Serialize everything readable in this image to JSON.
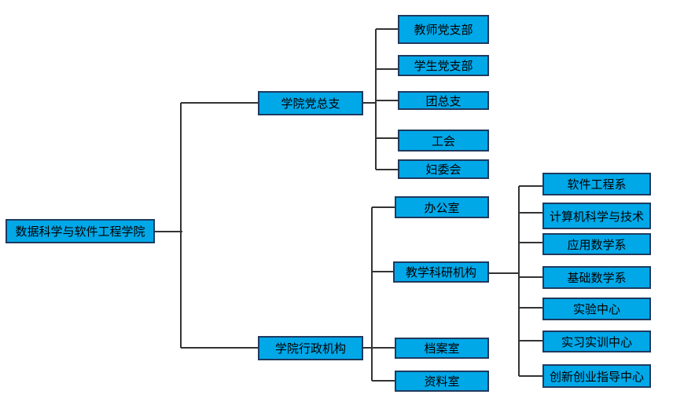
{
  "diagram": {
    "root": "数据科学与软件工程学院",
    "branch_party": "学院党总支",
    "branch_admin": "学院行政机构",
    "party_children": [
      "教师党支部",
      "学生党支部",
      "团总支",
      "工会",
      "妇委会"
    ],
    "admin_children": [
      "办公室",
      "教学科研机构",
      "档案室",
      "资料室"
    ],
    "teaching_children": [
      "软件工程系",
      "计算机科学与技术",
      "应用数学系",
      "基础数学系",
      "实验中心",
      "实习实训中心",
      "创新创业指导中心"
    ]
  },
  "colors": {
    "box_fill": "#00a8e8",
    "box_border": "#1f3a5f",
    "connector": "#333333"
  }
}
